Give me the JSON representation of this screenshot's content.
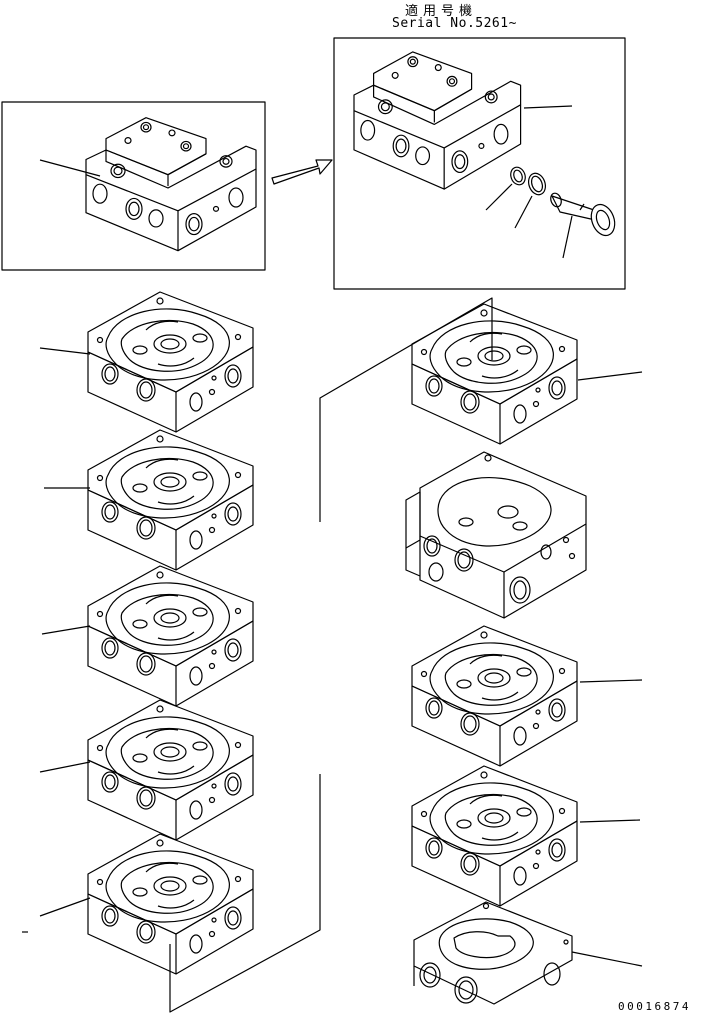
{
  "header": {
    "applicability_jp": "適用号機",
    "serial_text": "Serial No.5261~"
  },
  "footer": {
    "document_id": "00016874"
  },
  "diagram": {
    "ink_color": "#000000",
    "paper_color": "#ffffff",
    "blocks": [
      {
        "name": "top-section-old"
      },
      {
        "name": "top-section-new"
      },
      {
        "name": "left-section-1"
      },
      {
        "name": "left-section-2"
      },
      {
        "name": "left-section-3"
      },
      {
        "name": "left-section-4"
      },
      {
        "name": "left-section-5"
      },
      {
        "name": "right-section-1"
      },
      {
        "name": "right-relief-section"
      },
      {
        "name": "right-section-2"
      },
      {
        "name": "right-section-3"
      },
      {
        "name": "end-cover"
      }
    ]
  }
}
